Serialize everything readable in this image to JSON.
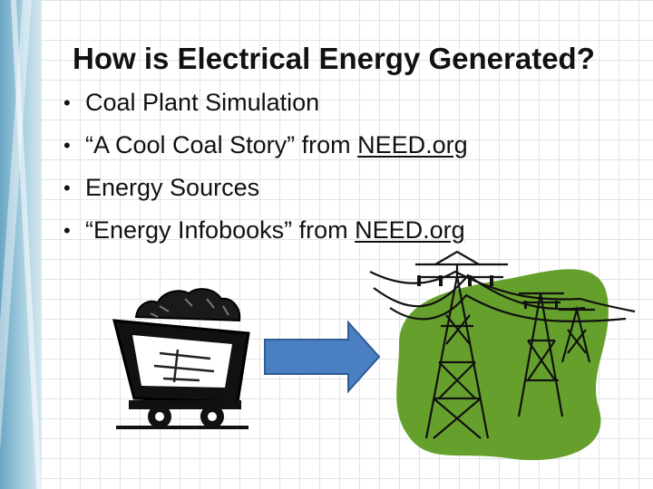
{
  "slide": {
    "title": "How is Electrical Energy Generated?",
    "bullet_glyph": "•",
    "bullets": [
      {
        "text": "Coal Plant Simulation",
        "link": ""
      },
      {
        "text": "“A Cool Coal Story” from ",
        "link": "NEED.org"
      },
      {
        "text": "Energy Sources",
        "link": ""
      },
      {
        "text": "“Energy Infobooks” from ",
        "link": "NEED.org"
      }
    ]
  },
  "graphics": [
    {
      "name": "coal-cart",
      "icon": "coal-mine-cart-icon"
    },
    {
      "name": "arrow",
      "icon": "arrow-right-icon",
      "color": "#4a7fc1"
    },
    {
      "name": "power-lines",
      "icon": "power-transmission-tower-icon",
      "color": "#66a02c"
    }
  ],
  "colors": {
    "accent_stripe": "#7fb7d3",
    "arrow_fill": "#4a7fc1",
    "arrow_stroke": "#2f5d94",
    "blob_green": "#66a02c"
  }
}
